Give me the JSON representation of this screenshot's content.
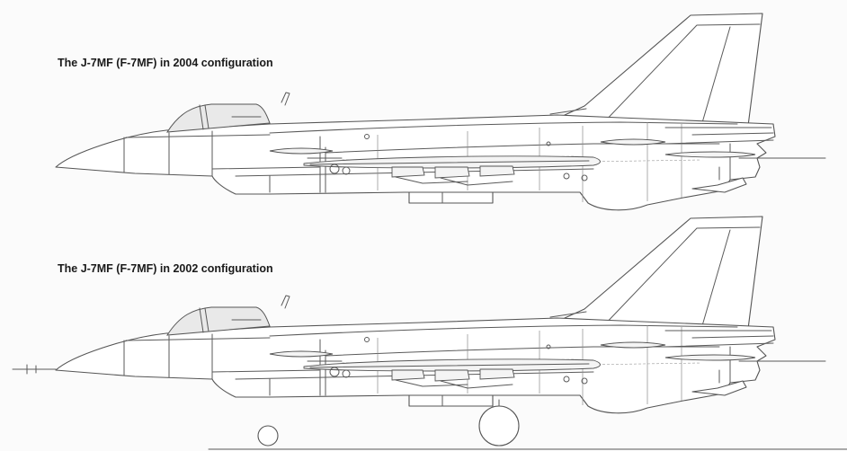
{
  "captions": {
    "top": "The J-7MF (F-7MF) in 2004 configuration",
    "bottom": "The J-7MF (F-7MF) in 2002 configuration"
  },
  "colors": {
    "background": "#fbfbfb",
    "line": "#555555",
    "canopy_glass": "#e9e9e9"
  },
  "drawings": [
    {
      "name": "j7mf-2004-profile",
      "nose_probe": false,
      "ground_wheels": false
    },
    {
      "name": "j7mf-2002-profile",
      "nose_probe": true,
      "ground_wheels": true
    }
  ]
}
